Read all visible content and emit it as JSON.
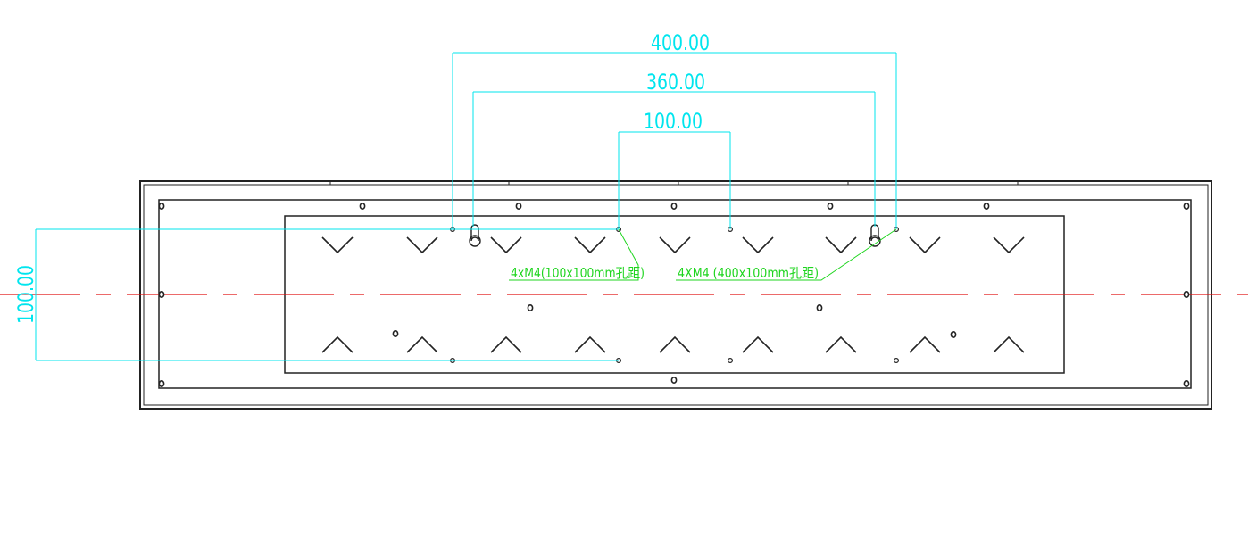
{
  "drawing": {
    "colors": {
      "outline": "#222222",
      "dimension": "#00e5ee",
      "note": "#1fd51f",
      "centerline": "#e01010"
    },
    "dimensions": {
      "dim_400": "400.00",
      "dim_360": "360.00",
      "dim_100_horizontal": "100.00",
      "dim_100_vertical": "100.00"
    },
    "notes": {
      "note_100x100": "4xM4(100x100mm孔距)",
      "note_400x100": "4XM4 (400x100mm孔距)"
    }
  }
}
